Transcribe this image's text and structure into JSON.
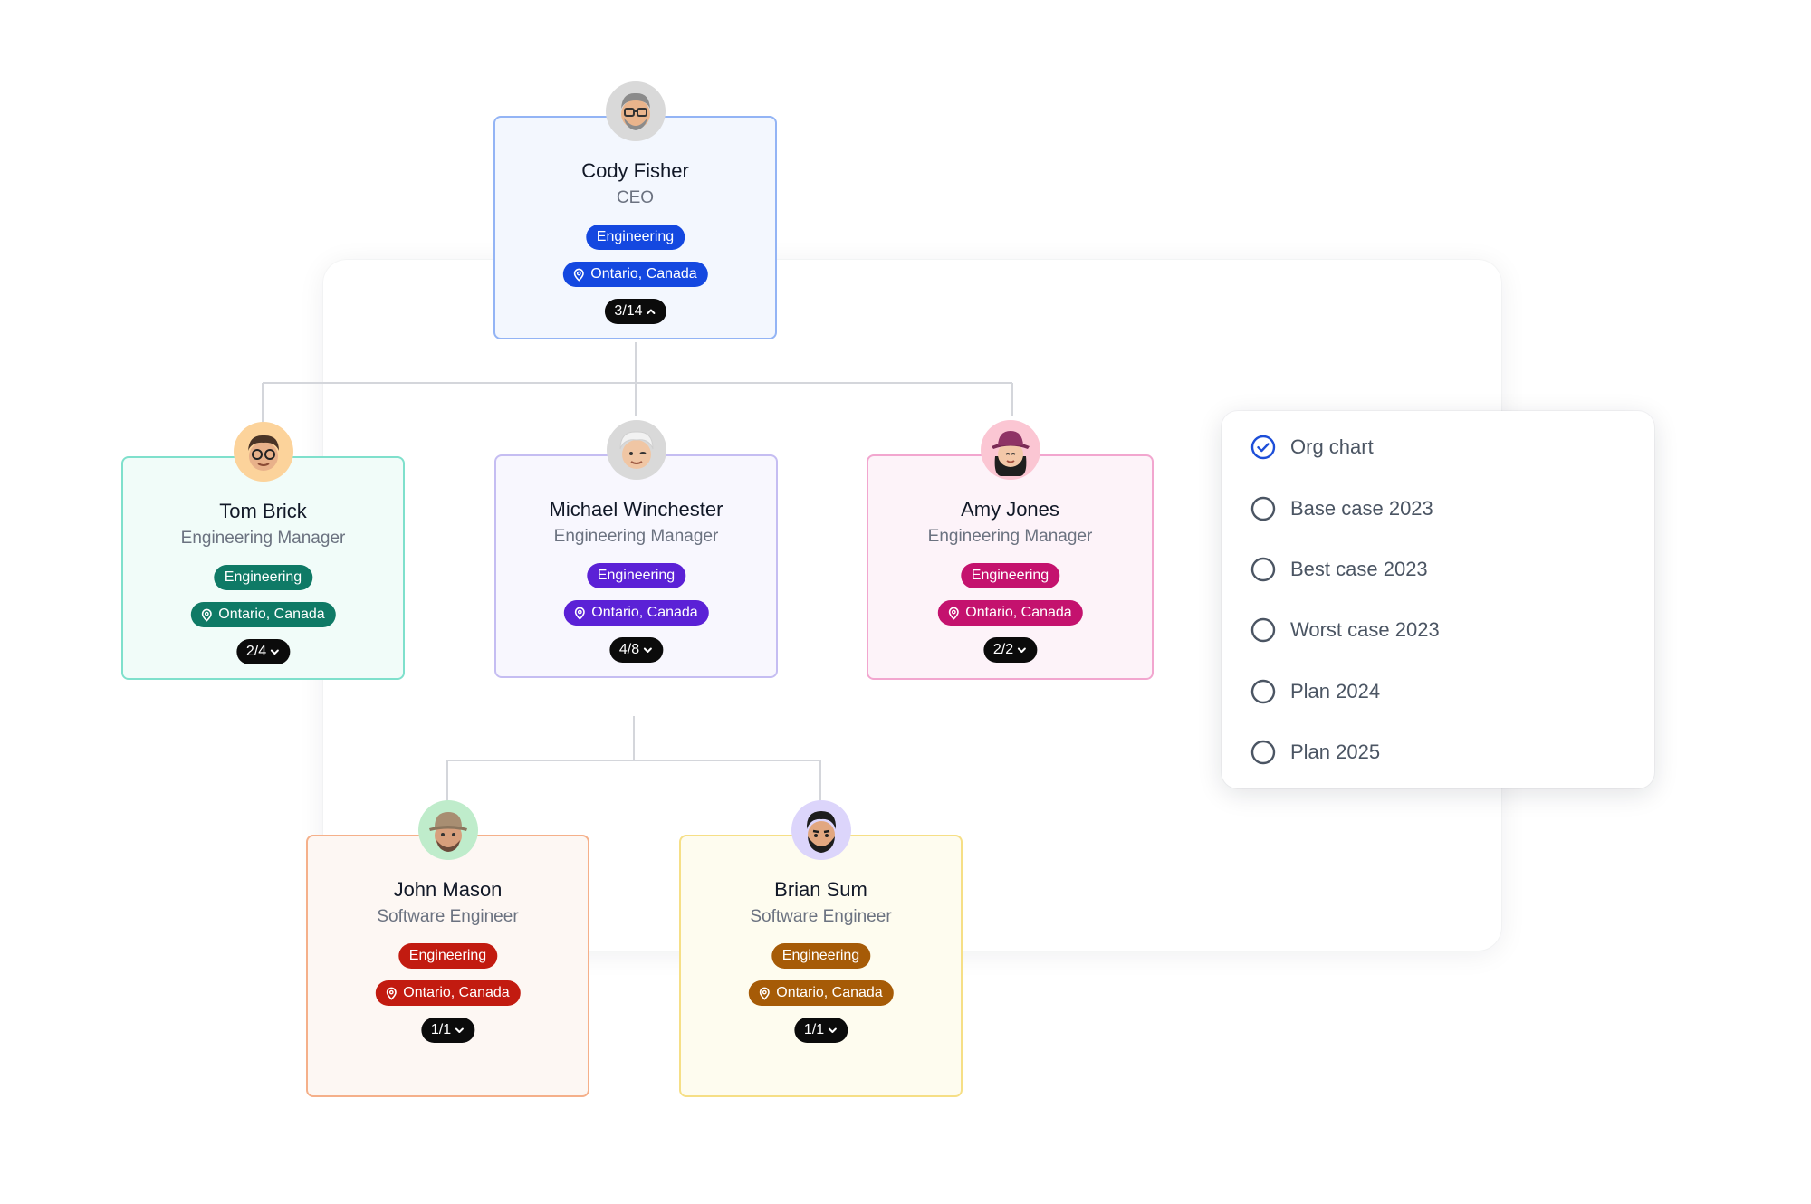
{
  "org_chart": {
    "nodes": [
      {
        "id": "cody",
        "name": "Cody Fisher",
        "role": "CEO",
        "department": "Engineering",
        "location": "Ontario, Canada",
        "count": "3/14",
        "expanded": true,
        "theme": {
          "border": "#93b4f5",
          "bg": "#f3f7fe",
          "chip": "#1448e0",
          "avatar": "#d9d9d9"
        }
      },
      {
        "id": "tom",
        "name": "Tom Brick",
        "role": "Engineering Manager",
        "department": "Engineering",
        "location": "Ontario, Canada",
        "count": "2/4",
        "expanded": false,
        "theme": {
          "border": "#7fe0cc",
          "bg": "#f1fcf9",
          "chip": "#0f7a66",
          "avatar": "#fcd39b"
        }
      },
      {
        "id": "michael",
        "name": "Michael Winchester",
        "role": "Engineering Manager",
        "department": "Engineering",
        "location": "Ontario, Canada",
        "count": "4/8",
        "expanded": false,
        "theme": {
          "border": "#c5bdf2",
          "bg": "#f8f7fe",
          "chip": "#5b21d6",
          "avatar": "#d9d9d9"
        }
      },
      {
        "id": "amy",
        "name": "Amy Jones",
        "role": "Engineering Manager",
        "department": "Engineering",
        "location": "Ontario, Canada",
        "count": "2/2",
        "expanded": false,
        "theme": {
          "border": "#f2a6cf",
          "bg": "#fdf3f9",
          "chip": "#c4126e",
          "avatar": "#fbc6d3"
        }
      },
      {
        "id": "john",
        "name": "John Mason",
        "role": "Software Engineer",
        "department": "Engineering",
        "location": "Ontario, Canada",
        "count": "1/1",
        "expanded": false,
        "theme": {
          "border": "#f5b08a",
          "bg": "#fdf7f3",
          "chip": "#c21b10",
          "avatar": "#bfeccb"
        }
      },
      {
        "id": "brian",
        "name": "Brian Sum",
        "role": "Software Engineer",
        "department": "Engineering",
        "location": "Ontario, Canada",
        "count": "1/1",
        "expanded": false,
        "theme": {
          "border": "#f6df86",
          "bg": "#fefcef",
          "chip": "#a65b07",
          "avatar": "#dcd5fb"
        }
      }
    ]
  },
  "scenarios": {
    "selected_color": "#1d4ed8",
    "items": [
      {
        "label": "Org chart",
        "selected": true
      },
      {
        "label": "Base case 2023",
        "selected": false
      },
      {
        "label": "Best case 2023",
        "selected": false
      },
      {
        "label": "Worst case 2023",
        "selected": false
      },
      {
        "label": "Plan 2024",
        "selected": false
      },
      {
        "label": "Plan 2025",
        "selected": false
      }
    ]
  }
}
